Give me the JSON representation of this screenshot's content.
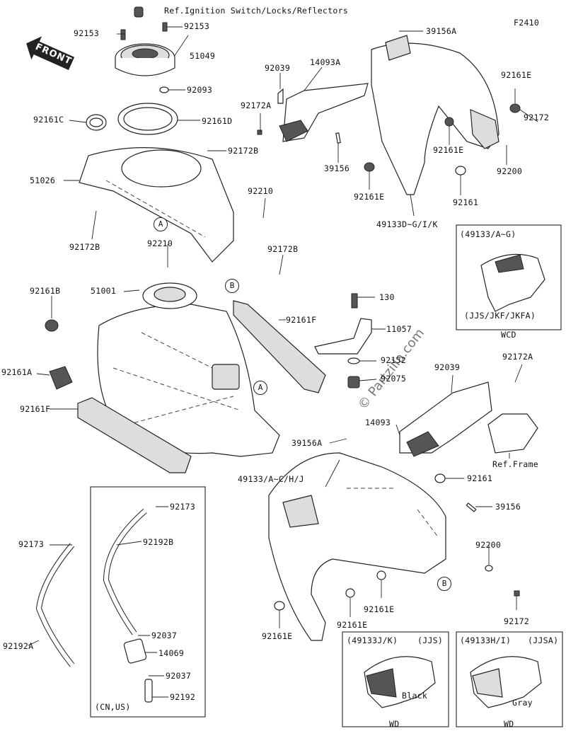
{
  "figure_code": "F2410",
  "front_label": "FRONT",
  "watermark": "© Partzilla.com",
  "labels": {
    "ref_ignition": "Ref.Ignition Switch/Locks/Reflectors",
    "p92153_a": "92153",
    "p92153_b": "92153",
    "p51049": "51049",
    "p92093": "92093",
    "p92161c": "92161C",
    "p92161d": "92161D",
    "p92172b_a": "92172B",
    "p51026": "51026",
    "p92172b_b": "92172B",
    "p92210_a": "92210",
    "p92210_b": "92210",
    "p92172b_c": "92172B",
    "p51001": "51001",
    "p92161b": "92161B",
    "p92161a": "92161A",
    "p92161f_a": "92161F",
    "p92161f_b": "92161F",
    "p92173_a": "92173",
    "p92192b": "92192B",
    "p92173_b": "92173",
    "p92192a": "92192A",
    "p92037_a": "92037",
    "p14069": "14069",
    "p92037_b": "92037",
    "p92192": "92192",
    "cn_us": "(CN,US)",
    "p39156a_a": "39156A",
    "p92039_a": "92039",
    "p14093a": "14093A",
    "p92172a_a": "92172A",
    "p92161e_a": "92161E",
    "p92172_a": "92172",
    "p92161e_b": "92161E",
    "p39156_a": "39156",
    "p92200_a": "92200",
    "p92161e_c": "92161E",
    "p92161_a": "92161",
    "p49133d": "49133D~G/I/K",
    "p130": "130",
    "p11057": "11057",
    "p92152": "92152",
    "p92075": "92075",
    "p92039_b": "92039",
    "p92172a_b": "92172A",
    "p14093": "14093",
    "p39156a_b": "39156A",
    "ref_frame": "Ref.Frame",
    "p49133a": "49133/A~C/H/J",
    "p92161_b": "92161",
    "p39156_b": "39156",
    "p92200_b": "92200",
    "p92161e_d": "92161E",
    "p92161e_e": "92161E",
    "p92161e_f": "92161E",
    "p92172_b": "92172",
    "tag_a": "A",
    "tag_b": "B"
  },
  "insets": {
    "wcd": {
      "title": "(49133/A~G)",
      "models": "(JJS/JKF/JKFA)",
      "caption": "WCD"
    },
    "wd_black": {
      "title": "(49133J/K)",
      "model": "(JJS)",
      "color": "Black",
      "caption": "WD"
    },
    "wd_gray": {
      "title": "(49133H/I)",
      "model": "(JJSA)",
      "color": "Gray",
      "caption": "WD"
    }
  }
}
